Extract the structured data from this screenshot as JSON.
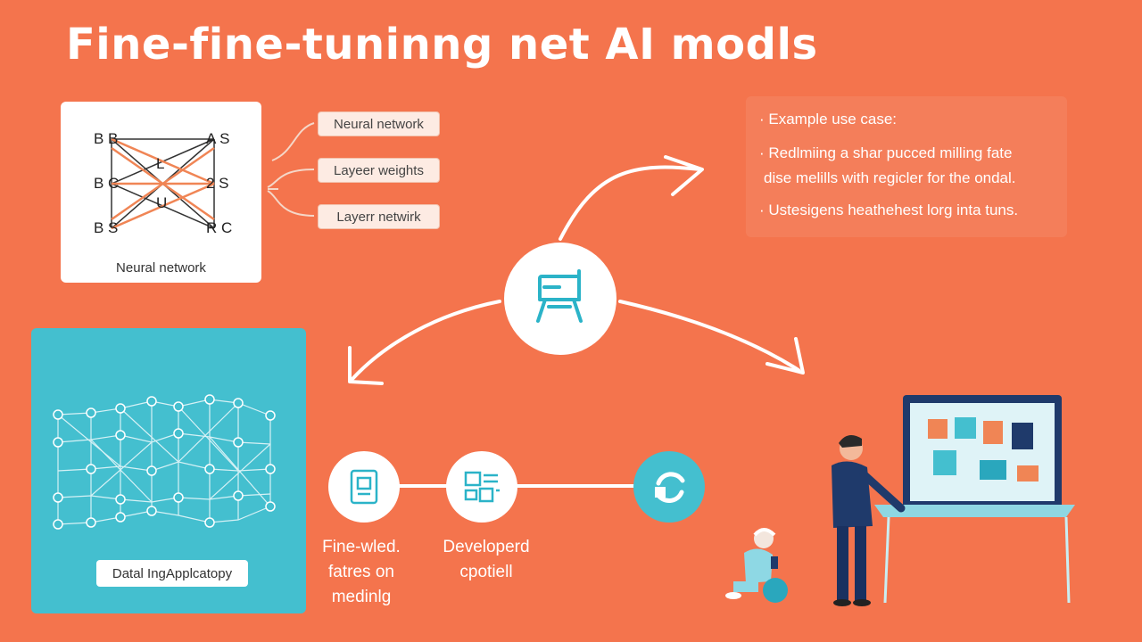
{
  "title": "Fine-fine-tuninng net AI modls",
  "neural_card": {
    "left_labels": [
      "B B",
      "B C",
      "B S"
    ],
    "right_labels": [
      "A S",
      "2 S",
      "R C"
    ],
    "center_labels": [
      "L",
      "U"
    ],
    "caption": "Neural network"
  },
  "pills": [
    "Neural network",
    "Layeer weights",
    "Layerr netwirk"
  ],
  "use_case": {
    "heading": "· Example use case:",
    "line1": "· Redlmiing a shar pucced milling fate",
    "line2": "dise melills with regicler for the ondal.",
    "line3": "· Ustesigens heathehest lorg inta tuns."
  },
  "data_panel": {
    "label": "Datal IngApplcatopy"
  },
  "steps": {
    "step1": [
      "Fine-wled.",
      "fatres on",
      "medinlg"
    ],
    "step2": [
      "Developerd",
      "cpotiell"
    ]
  },
  "colors": {
    "background": "#f4744d",
    "teal": "#44bfcf",
    "white": "#ffffff",
    "navy": "#1f3a6b"
  },
  "icons": [
    "computer-chair-icon",
    "document-icon",
    "dashboard-icon",
    "refresh-icon"
  ]
}
